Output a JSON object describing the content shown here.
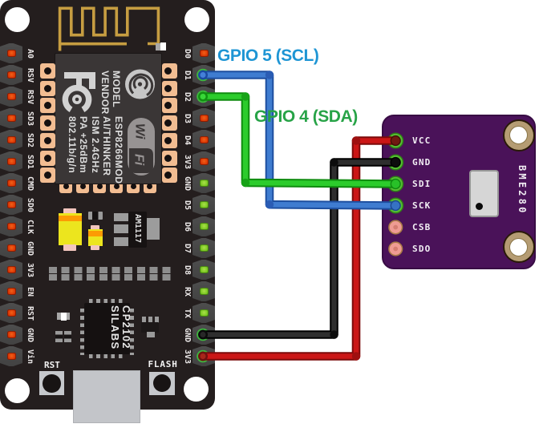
{
  "wire_labels": {
    "scl": "GPIO 5 (SCL)",
    "sda": "GPIO 4 (SDA)"
  },
  "nodemcu": {
    "left_pins": [
      {
        "label": "A0",
        "color": "red"
      },
      {
        "label": "RSV",
        "color": "red"
      },
      {
        "label": "RSV",
        "color": "red"
      },
      {
        "label": "SD3",
        "color": "red"
      },
      {
        "label": "SD2",
        "color": "red"
      },
      {
        "label": "SD1",
        "color": "red"
      },
      {
        "label": "CMD",
        "color": "red"
      },
      {
        "label": "SD0",
        "color": "red"
      },
      {
        "label": "CLK",
        "color": "red"
      },
      {
        "label": "GND",
        "color": "red"
      },
      {
        "label": "3V3",
        "color": "red"
      },
      {
        "label": "EN",
        "color": "red"
      },
      {
        "label": "RST",
        "color": "red"
      },
      {
        "label": "GND",
        "color": "red"
      },
      {
        "label": "Vin",
        "color": "red"
      }
    ],
    "right_pins": [
      {
        "label": "D0",
        "color": "red"
      },
      {
        "label": "D1",
        "color": "red"
      },
      {
        "label": "D2",
        "color": "red"
      },
      {
        "label": "D3",
        "color": "red"
      },
      {
        "label": "D4",
        "color": "red"
      },
      {
        "label": "3V3",
        "color": "red"
      },
      {
        "label": "GND",
        "color": "green"
      },
      {
        "label": "D5",
        "color": "green"
      },
      {
        "label": "D6",
        "color": "green"
      },
      {
        "label": "D7",
        "color": "green"
      },
      {
        "label": "D8",
        "color": "green"
      },
      {
        "label": "RX",
        "color": "green"
      },
      {
        "label": "TX",
        "color": "green"
      },
      {
        "label": "GND",
        "color": "green"
      },
      {
        "label": "3V3",
        "color": "red"
      }
    ],
    "module": {
      "brand_lines": [
        "MODEL",
        "VENDOR"
      ],
      "chip_lines": [
        "ESP8266MOD",
        "AI/THINKER",
        "ISM 2.4GHz",
        "PA +25dBm",
        "802.11b/g/n"
      ],
      "fcc_logo": "FC",
      "wifi_logo_wi": "Wi",
      "wifi_logo_fi": "Fi"
    },
    "usb_bridge_lines": [
      "SILABS",
      "CP2102"
    ],
    "regulator_label": "AM1117",
    "reset_button_label": "RST",
    "flash_button_label": "FLASH"
  },
  "bme280": {
    "board_label": "BME280",
    "pins": [
      {
        "label": "VCC",
        "wire": "red"
      },
      {
        "label": "GND",
        "wire": "black"
      },
      {
        "label": "SDI",
        "wire": "green"
      },
      {
        "label": "SCK",
        "wire": "blue"
      },
      {
        "label": "CSB",
        "wire": ""
      },
      {
        "label": "SDO",
        "wire": ""
      }
    ]
  },
  "connections": [
    {
      "from": "NodeMCU D1",
      "to": "BME280 SCK",
      "wire": "blue",
      "note": "GPIO 5 (SCL)"
    },
    {
      "from": "NodeMCU D2",
      "to": "BME280 SDI",
      "wire": "green",
      "note": "GPIO 4 (SDA)"
    },
    {
      "from": "NodeMCU GND",
      "to": "BME280 GND",
      "wire": "black",
      "note": ""
    },
    {
      "from": "NodeMCU 3V3",
      "to": "BME280 VCC",
      "wire": "red",
      "note": ""
    }
  ],
  "colors": {
    "wire_red": "#cb1616",
    "wire_black": "#2a2a2a",
    "wire_blue": "#3f7cd0",
    "wire_green": "#2ccc2c",
    "scl_label": "#1e95d4",
    "sda_label": "#27a347",
    "nodemcu_pcb": "#241e1e",
    "bme280_pcb": "#4a1259",
    "antenna_trace": "#c69d41"
  }
}
